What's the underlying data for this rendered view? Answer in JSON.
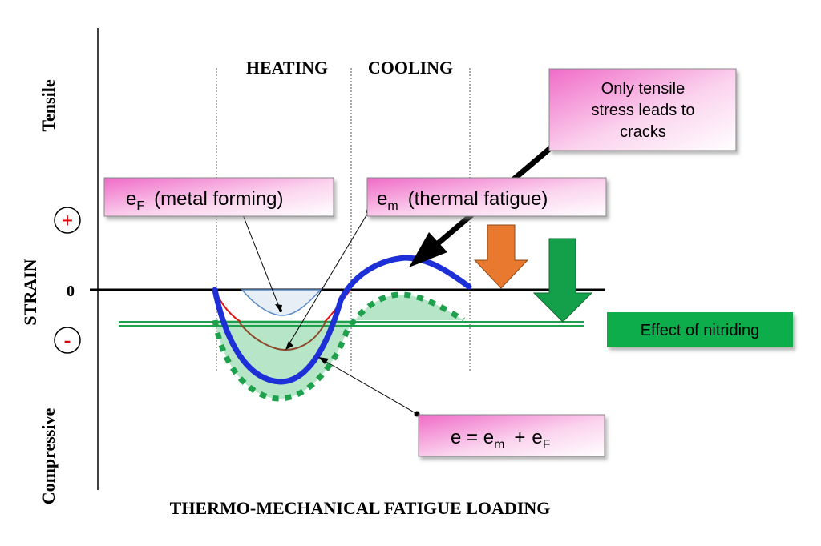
{
  "phases": {
    "heating": "HEATING",
    "cooling": "COOLING"
  },
  "y_axis": {
    "top_label": "Tensile",
    "middle_label": "STRAIN",
    "bottom_label": "Compressive",
    "plus_symbol": "+",
    "minus_symbol": "-",
    "zero_label": "0"
  },
  "x_axis_label": "THERMO-MECHANICAL FATIGUE LOADING",
  "callouts": {
    "tensile_note": [
      "Only tensile",
      "stress leads to",
      "cracks"
    ],
    "metal_forming": {
      "symbol": "e",
      "subscript": "F",
      "text": "(metal forming)"
    },
    "thermal_fatigue": {
      "symbol": "e",
      "subscript": "m",
      "text": "(thermal fatigue)"
    },
    "sum": {
      "lhs": "e = ",
      "e1": "e",
      "sub1": "m",
      "plus": "+",
      "e2": "e",
      "sub2": "F"
    },
    "nitriding": "Effect of nitriding"
  },
  "colors": {
    "total_strain": "#1d2fd6",
    "thermal_strain": "#8b4a2b",
    "forming_strain": "#e01010",
    "forming_fill": "#e8eef5",
    "nitrided_fill": "#9fdcb4",
    "nitrided_outline": "#1ea04c",
    "nitriding_line": "#1ea04c",
    "orange_arrow": "#e8792e",
    "green_arrow": "#14a04a",
    "nitriding_box": "#0cad4b",
    "callout_pink": "#f06bc8",
    "plus_minus": "#e00000"
  }
}
